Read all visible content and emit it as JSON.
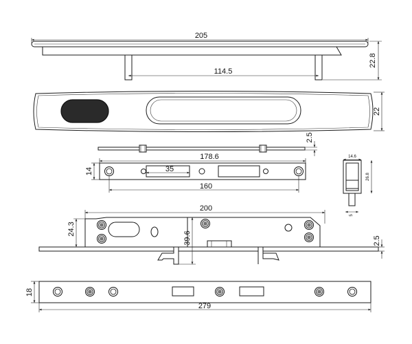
{
  "views": {
    "handle_side": {
      "width_label": "205",
      "spacing_label": "114.5",
      "height_label": "22.8"
    },
    "handle_front": {
      "height_label": "22"
    },
    "keeper_side": {
      "thickness_label": "2.5"
    },
    "keeper_front": {
      "length_label": "178.6",
      "width_label": "14",
      "slot_label": "35",
      "hole_spacing_label": "160"
    },
    "small_part": {
      "width_label": "14.6",
      "height_label": "26.8",
      "tab_label": "5"
    },
    "lock_body": {
      "length_label": "200",
      "backset_label": "24.3",
      "depth_label": "39.6",
      "plate_label": "2.5"
    },
    "faceplate": {
      "width_label": "18",
      "length_label": "279"
    }
  }
}
